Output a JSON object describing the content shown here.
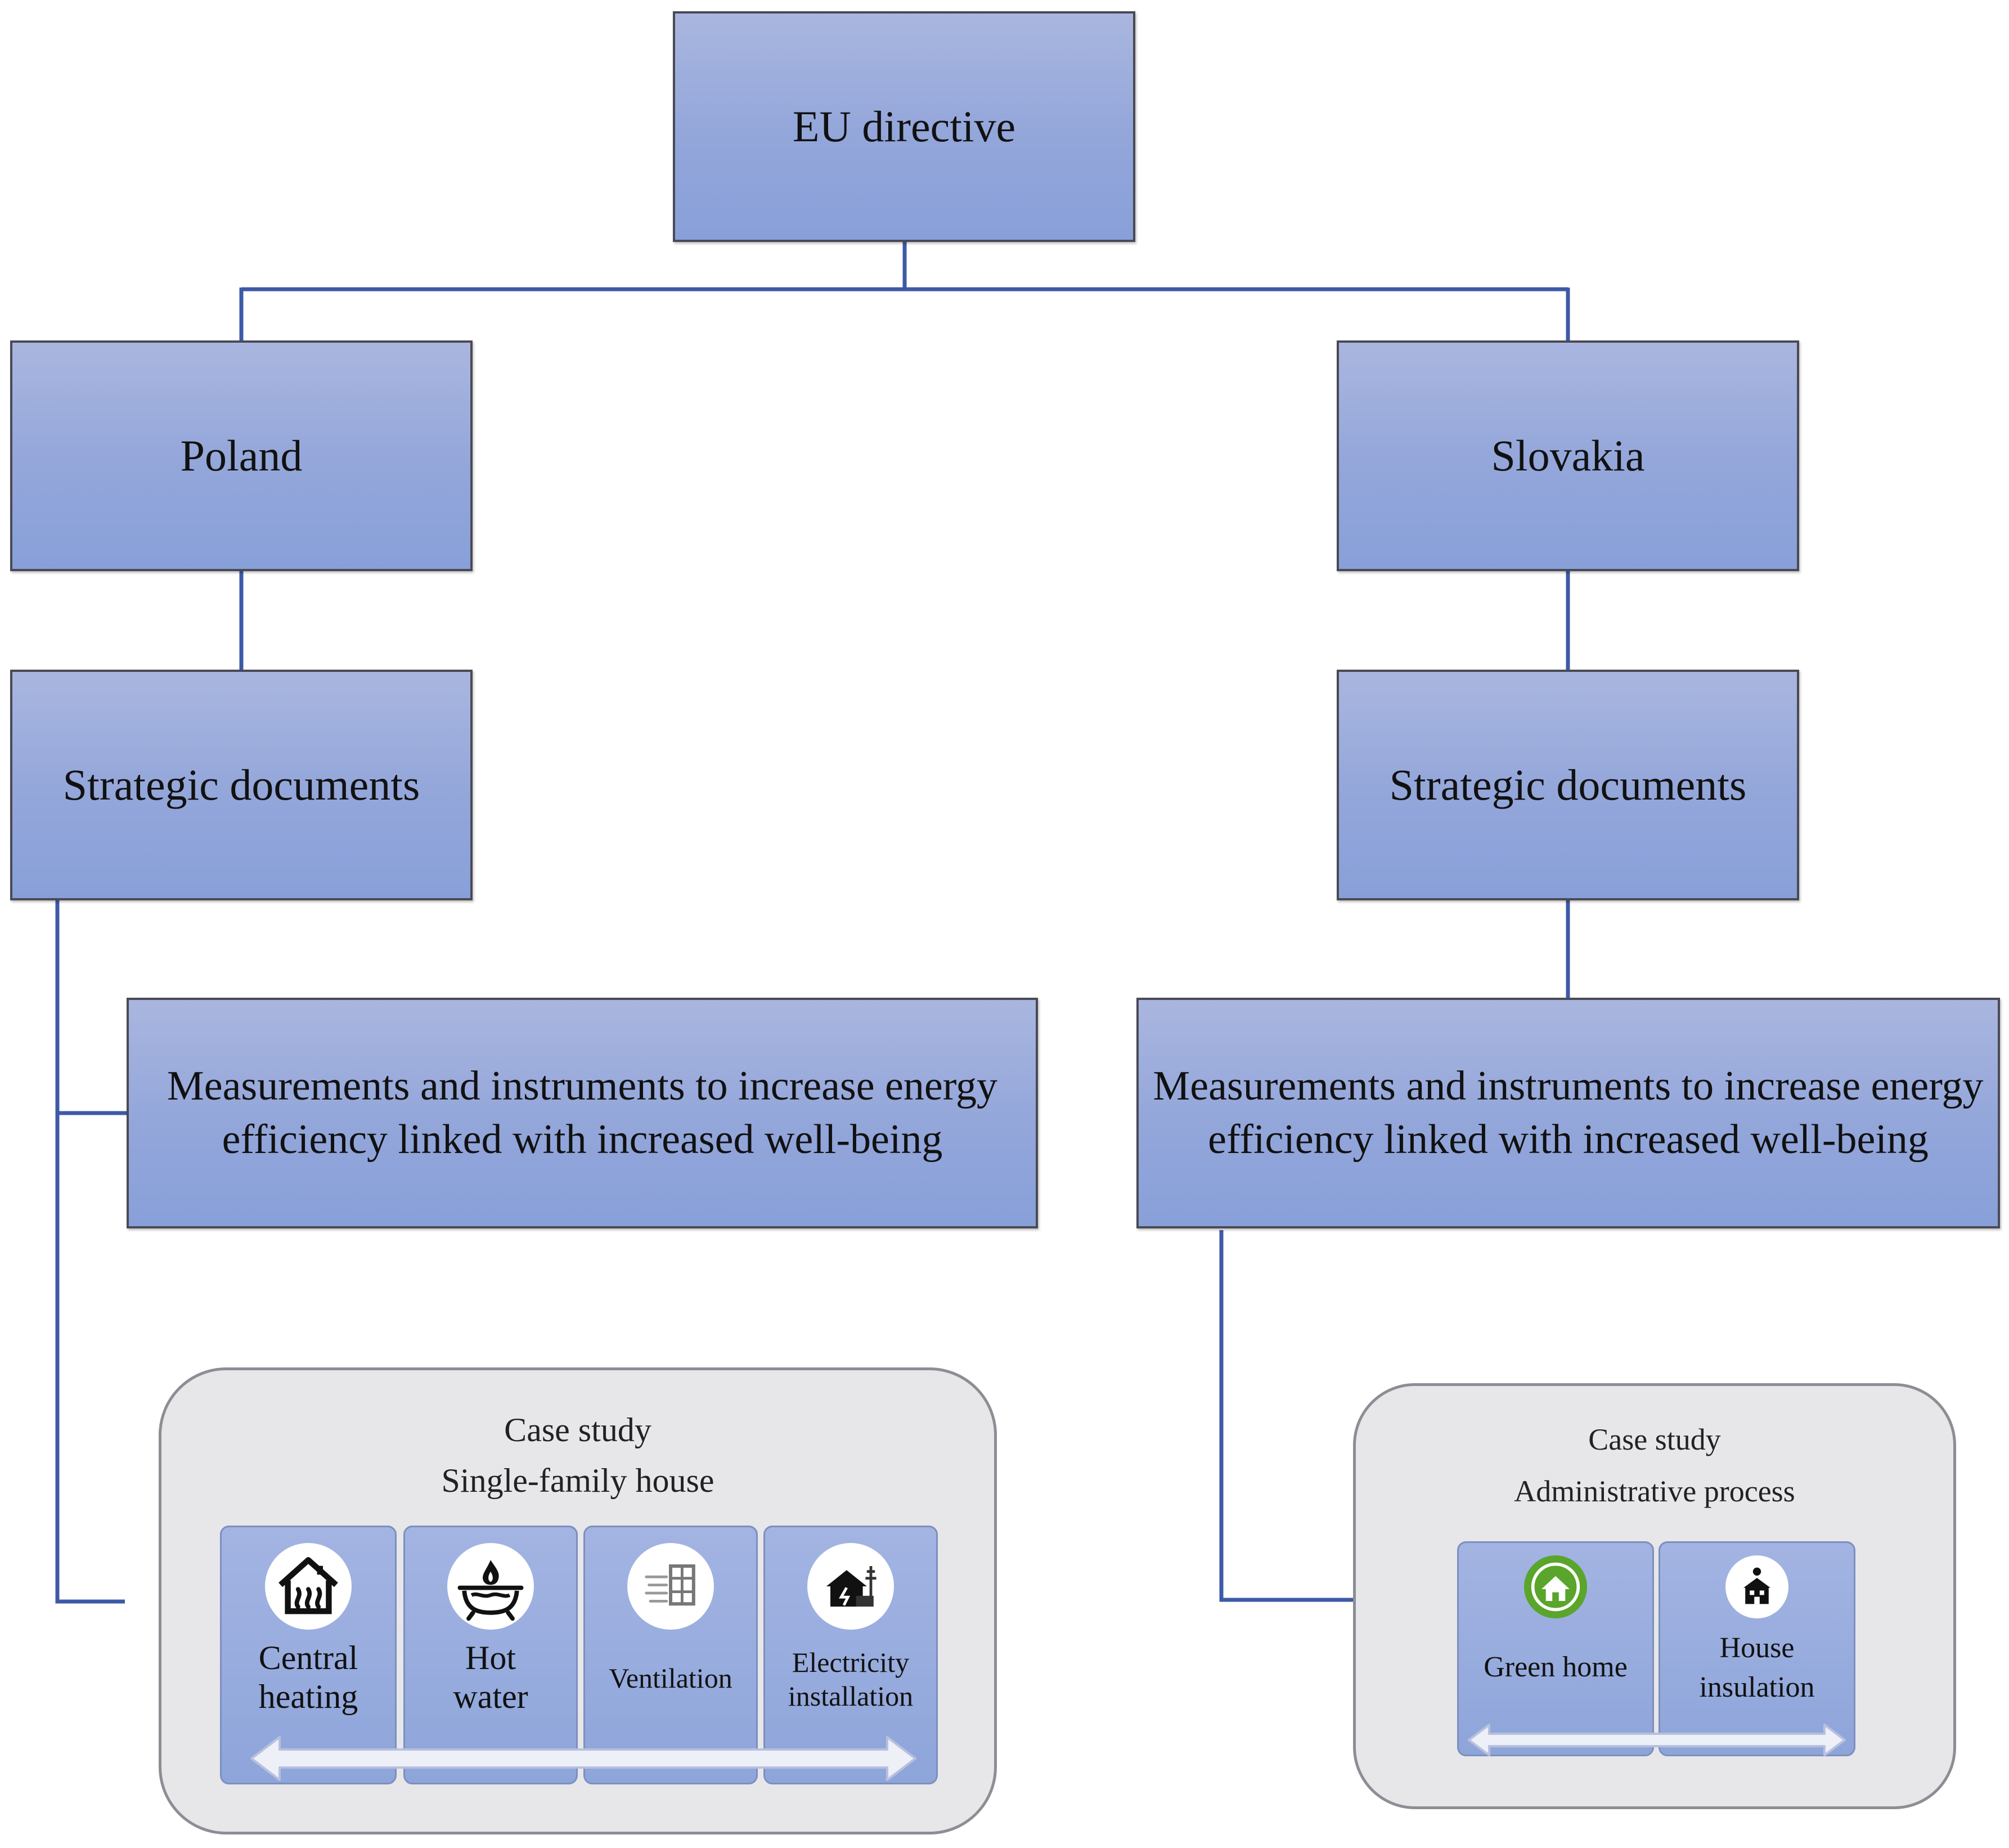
{
  "diagram": {
    "root": "EU directive",
    "left_branch": {
      "country": "Poland",
      "documents": "Strategic documents",
      "measures": "Measurements and instruments to increase energy efficiency linked with increased well-being",
      "case_study": {
        "title": "Case study",
        "subtitle": "Single-family house",
        "tiles": [
          {
            "label": "Central\nheating",
            "icon": "heating-house-icon"
          },
          {
            "label": "Hot\nwater",
            "icon": "hot-water-icon"
          },
          {
            "label": "Ventilation",
            "icon": "ventilation-icon"
          },
          {
            "label": "Electricity\ninstallation",
            "icon": "electricity-house-icon"
          }
        ]
      }
    },
    "right_branch": {
      "country": "Slovakia",
      "documents": "Strategic documents",
      "measures": "Measurements and instruments to increase energy efficiency linked with increased well-being",
      "case_study": {
        "title": "Case study",
        "subtitle": "Administrative process",
        "tiles": [
          {
            "label": "Green home",
            "icon": "green-home-icon",
            "icon_color": "#5aa52b"
          },
          {
            "label": "House\ninsulation",
            "icon": "house-insulation-icon"
          }
        ]
      }
    },
    "colors": {
      "connector": "#3d5aa6",
      "box_fill": "#93a6da",
      "case_fill": "#e7e6e9"
    }
  }
}
